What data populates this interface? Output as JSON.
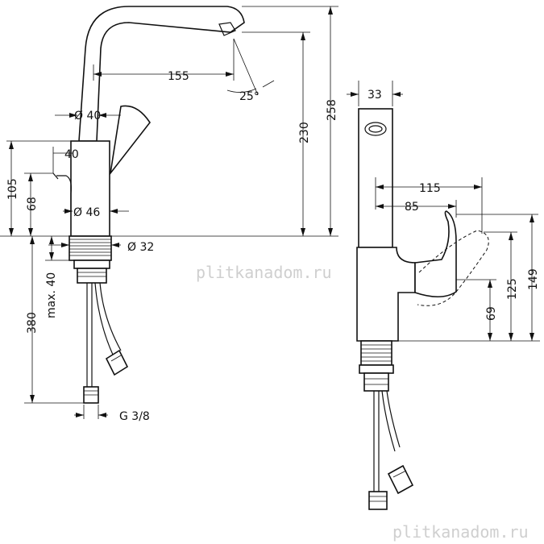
{
  "dimensions": {
    "d155": "155",
    "d25": "25°",
    "d230": "230",
    "d258": "258",
    "d40a": "Ø 40",
    "d40b": "40",
    "d105": "105",
    "d68": "68",
    "d46": "Ø 46",
    "d32": "Ø 32",
    "d380": "380",
    "dmax40": "max. 40",
    "dg38": "G 3/8",
    "d33": "33",
    "d115": "115",
    "d85": "85",
    "d69": "69",
    "d125": "125",
    "d149": "149"
  },
  "watermarks": {
    "center": "plitkanadom.ru",
    "bottom": "plitkanadom.ru"
  }
}
